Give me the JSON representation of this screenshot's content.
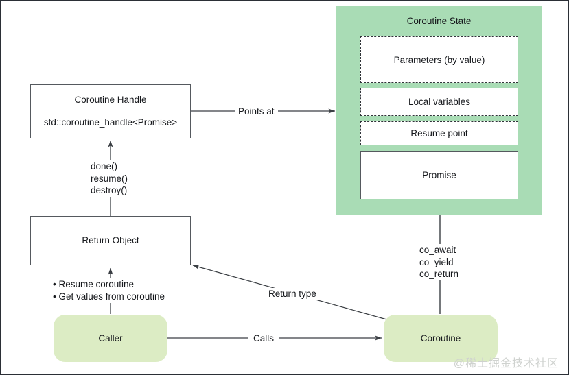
{
  "diagram": {
    "title_watermark": "@稀土掘金技术社区",
    "colors": {
      "state_panel_green": "#a9dcb5",
      "pill_green": "#dcecc4",
      "stroke": "#55595e",
      "text": "#16181c",
      "frame_border": "#2b2f36"
    },
    "coroutine_state": {
      "title": "Coroutine State",
      "slots": [
        {
          "label": "Parameters (by value)",
          "border": "dashed"
        },
        {
          "label": "Local variables",
          "border": "dashed"
        },
        {
          "label": "Resume point",
          "border": "dashed"
        },
        {
          "label": "Promise",
          "border": "solid"
        }
      ]
    },
    "handle_box": {
      "title": "Coroutine Handle",
      "subtitle": "std::coroutine_handle<Promise>"
    },
    "return_object_box": {
      "title": "Return Object"
    },
    "caller_pill": {
      "label": "Caller"
    },
    "coroutine_pill": {
      "label": "Coroutine"
    },
    "edges": {
      "points_at": "Points at",
      "handle_methods": "done()\nresume()\ndestroy()",
      "return_object_ops": "• Resume coroutine\n• Get values from coroutine",
      "co_keywords": "co_await\nco_yield\nco_return",
      "return_type": "Return type",
      "calls": "Calls"
    }
  }
}
